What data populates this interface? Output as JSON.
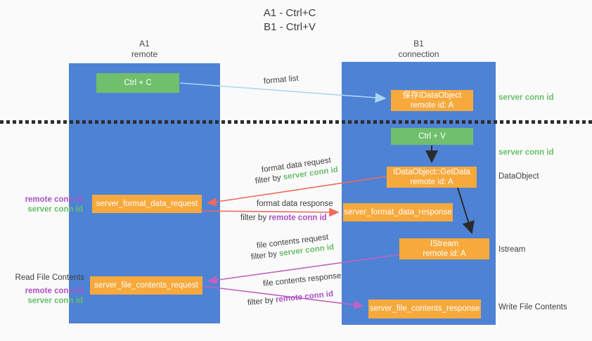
{
  "title": {
    "line1": "A1 - Ctrl+C",
    "line2": "B1 - Ctrl+V"
  },
  "columns": {
    "a1": {
      "name": "A1",
      "role": "remote"
    },
    "b1": {
      "name": "B1",
      "role": "connection"
    }
  },
  "nodes": {
    "ctrl_c": "Ctrl + C",
    "save_idataobject": {
      "line1": "保存IDataObject",
      "line2": "remote id: A"
    },
    "ctrl_v": "Ctrl + V",
    "getdata": {
      "line1": "IDataObject::GetData",
      "line2": "remote id: A"
    },
    "format_request": "server_format_data_request",
    "format_response": "server_format_data_response",
    "istream": {
      "line1": "IStream",
      "line2": "remote id: A"
    },
    "file_request": "server_file_contents_request",
    "file_response": "server_file_contents_response"
  },
  "arrow_labels": {
    "format_list": "format list",
    "format_data_request": "format data request",
    "filter_server_1": {
      "prefix": "filter by ",
      "highlight": "server conn id"
    },
    "format_data_response": "format data response",
    "filter_remote_1": {
      "prefix": "filter by ",
      "highlight": "remote conn id"
    },
    "file_contents_request": "file contents request",
    "filter_server_2": {
      "prefix": "filter by ",
      "highlight": "server conn id"
    },
    "file_contents_response": "file contents response",
    "filter_remote_2": {
      "prefix": "filter by ",
      "highlight": "remote conn id"
    }
  },
  "side_labels": {
    "left_remote_conn_1": "remote conn id",
    "left_server_conn_1": "server conn id",
    "read_file_contents": "Read File Contents",
    "left_remote_conn_2": "remote conn id",
    "left_server_conn_2": "server conn id",
    "right_server_conn_1": "server conn id",
    "right_server_conn_2": "server conn id",
    "dataobject": "DataObject",
    "istream": "Istream",
    "write_file_contents": "Write File Contents"
  },
  "colors": {
    "column_blue": "#4e82d4",
    "box_green": "#6fbf6d",
    "box_orange": "#f7a93c",
    "arrow_light_blue": "#a9d7f2",
    "arrow_red": "#ed6a5f",
    "arrow_magenta": "#c163c1",
    "arrow_black": "#2b2b2b",
    "text_green": "#67bf6b",
    "text_purple": "#ab52c5",
    "text_dark": "#3f3f3f",
    "background": "#fafafa"
  }
}
